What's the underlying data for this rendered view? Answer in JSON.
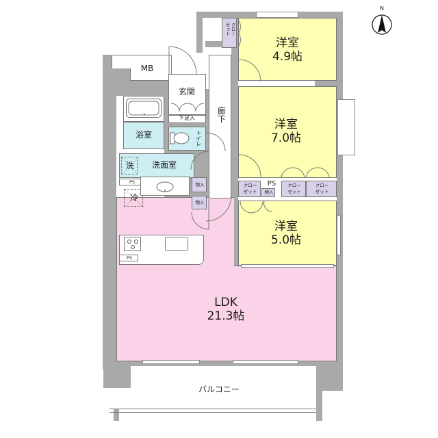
{
  "compass": {
    "label": "N",
    "icon": "north-arrow-icon"
  },
  "colors": {
    "wall": "#a9a9a9",
    "bedroom": "#ffffb3",
    "ldk": "#fbd3e8",
    "wet_area": "#cdeef3",
    "storage": "#d9d0ea"
  },
  "rooms": {
    "bedroom_top": {
      "name": "洋室",
      "size": "4.9帖"
    },
    "bedroom_mid": {
      "name": "洋室",
      "size": "7.0帖"
    },
    "bedroom_low": {
      "name": "洋室",
      "size": "5.0帖"
    },
    "ldk": {
      "name": "LDK",
      "size": "21.3帖"
    },
    "balcony": {
      "name": "バルコニー"
    },
    "entrance": {
      "name": "玄関"
    },
    "shoe_storage": {
      "name": "下足入"
    },
    "bathroom": {
      "name": "浴室"
    },
    "toilet": {
      "name": "トイレ"
    },
    "washroom": {
      "name": "洗面室"
    },
    "hallway": {
      "name": "廊下"
    },
    "meter_box": {
      "name": "MB"
    }
  },
  "fixtures": {
    "washer": "洗",
    "fridge": "冷",
    "ps_labels": [
      "PS",
      "PS",
      "PS"
    ],
    "storage_small": [
      "物入",
      "物入",
      "物入"
    ],
    "closets": [
      "クローゼット",
      "クローゼット",
      "クローゼット",
      "クローゼット"
    ],
    "closet_line1": "クロー",
    "closet_line2": "ゼット"
  }
}
